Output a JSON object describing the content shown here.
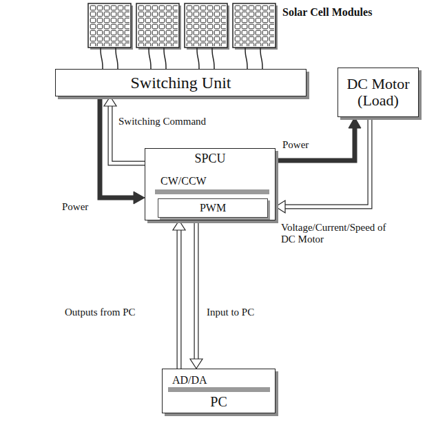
{
  "diagram": {
    "nodes": [
      {
        "text": [
          "Solar Cell Modules"
        ]
      },
      {
        "text": [
          "Switching Unit"
        ]
      },
      {
        "text": [
          "DC Motor (Load)"
        ]
      },
      {
        "text": [
          "SPCU"
        ]
      },
      {
        "text": [
          "CW/CCW"
        ],
        "in": 3
      },
      {
        "text": [
          "PWM"
        ],
        "in": 3
      },
      {
        "text": [
          "PC"
        ]
      },
      {
        "text": [
          "AD/DA"
        ],
        "in": 6
      }
    ],
    "edges": [
      {
        "from": 0,
        "to": 1,
        "arrow": "none"
      },
      {
        "from": 1,
        "to": 3,
        "label": "Power",
        "arrow": "to"
      },
      {
        "from": 3,
        "to": 1,
        "label": "Switching Command",
        "arrow": "to"
      },
      {
        "from": 3,
        "to": 2,
        "label": "Power",
        "arrow": "to"
      },
      {
        "from": 2,
        "to": 3,
        "label": "Voltage/Current/Speed of DC Motor",
        "arrow": "to"
      },
      {
        "from": 6,
        "to": 3,
        "label": "Outputs from PC",
        "arrow": "to"
      },
      {
        "from": 3,
        "to": 6,
        "label": "Input to PC",
        "arrow": "to"
      }
    ]
  }
}
